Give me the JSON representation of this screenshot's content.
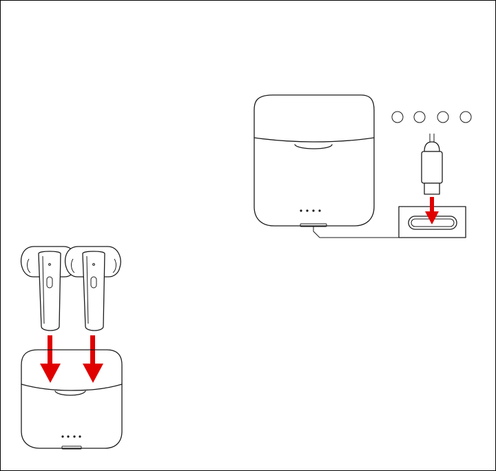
{
  "colors": {
    "arrow": "#e00000",
    "led_on": "#aee0f5",
    "led_off": "#ffffff",
    "outline": "#1a1a1a"
  },
  "charging_indicator": {
    "leds": [
      "on",
      "on",
      "off",
      "off"
    ]
  },
  "icons": {
    "case": "charging-case-icon",
    "earbud": "earbud-icon",
    "usb_c_plug": "usb-c-plug-icon",
    "usb_c_port": "usb-c-port-icon",
    "arrow": "red-down-arrow-icon"
  }
}
